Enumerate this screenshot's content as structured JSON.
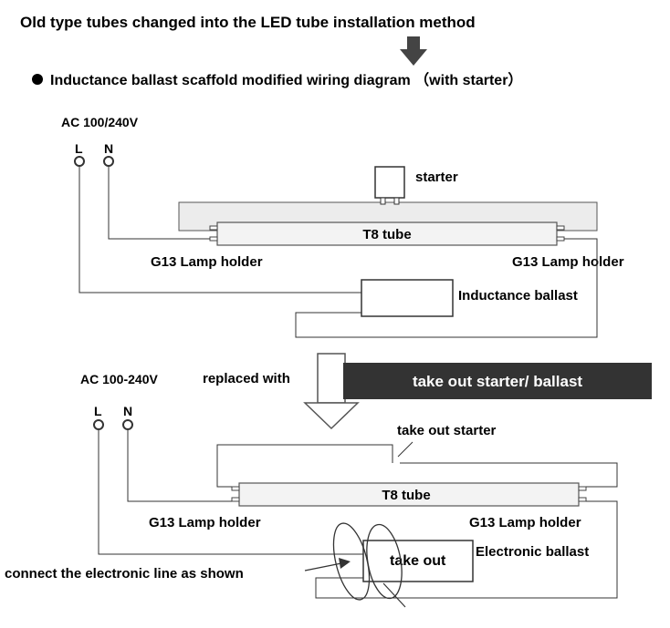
{
  "header": {
    "title": "Old type tubes changed into the LED tube installation method",
    "subtitle": "Inductance ballast scaffold modified wiring diagram （with starter）"
  },
  "top_diagram": {
    "supply_label": "AC 100/240V",
    "terminal_l": "L",
    "terminal_n": "N",
    "starter_label": "starter",
    "tube_label": "T8 tube",
    "holder_left_label": "G13 Lamp holder",
    "holder_right_label": "G13 Lamp holder",
    "ballast_label": "Inductance ballast"
  },
  "transition": {
    "replaced_label": "replaced with",
    "banner_text": "take out starter/ ballast"
  },
  "bottom_diagram": {
    "supply_label": "AC 100-240V",
    "terminal_l": "L",
    "terminal_n": "N",
    "take_out_starter_label": "take out starter",
    "tube_label": "T8 tube",
    "holder_left_label": "G13 Lamp holder",
    "holder_right_label": "G13 Lamp holder",
    "take_out_label": "take out",
    "electronic_ballast_label": "Electronic ballast",
    "connect_label": "connect the electronic line as shown"
  },
  "colors": {
    "banner": "#333333",
    "frame": "#ececec",
    "tube": "#f3f3f3",
    "arrow": "#444444"
  }
}
